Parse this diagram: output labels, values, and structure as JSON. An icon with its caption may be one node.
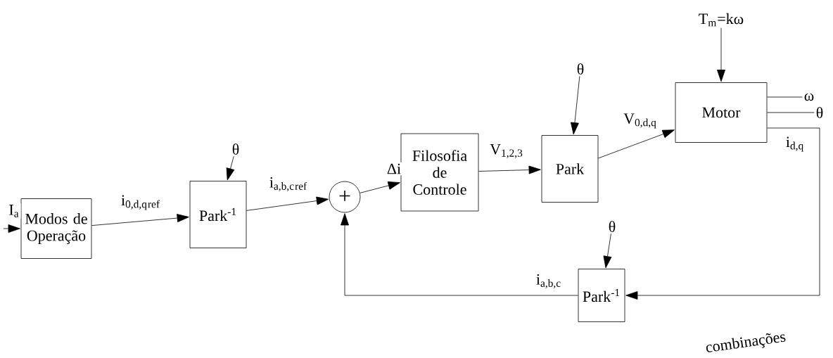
{
  "diagram": {
    "nodes": [
      {
        "text": [
          "Modos de Operação"
        ]
      },
      {
        "text": [
          "Park$^{-1}$"
        ]
      },
      {
        "text": [
          "+"
        ]
      },
      {
        "text": [
          "Filosofia de Controle"
        ]
      },
      {
        "text": [
          "Park"
        ]
      },
      {
        "text": [
          "Motor"
        ]
      },
      {
        "text": [
          "Park$^{-1}$"
        ]
      },
      {
        "text": [
          "θ"
        ]
      },
      {
        "text": [
          "θ"
        ]
      },
      {
        "text": [
          "T$_{m}$=kω"
        ]
      },
      {
        "text": [
          "θ"
        ]
      },
      {
        "text": [
          "ω"
        ]
      },
      {
        "text": [
          "θ"
        ]
      }
    ],
    "edges": [
      {
        "from": null,
        "to": 0,
        "arrow": "to",
        "label": "I$_{a}$"
      },
      {
        "from": 0,
        "to": 1,
        "arrow": "to",
        "label": "i$_{0,d,q}$$_{ref}$"
      },
      {
        "from": 1,
        "to": 2,
        "arrow": "to",
        "label": "i$_{a,b,c}$$_{ref}$"
      },
      {
        "from": 2,
        "to": 3,
        "arrow": "to",
        "label": "Δi"
      },
      {
        "from": 3,
        "to": 4,
        "arrow": "to",
        "label": "V$_{1,2,3}$"
      },
      {
        "from": 4,
        "to": 5,
        "arrow": "to",
        "label": "V$_{0,d,q}$"
      },
      {
        "from": 7,
        "to": 1,
        "arrow": "to"
      },
      {
        "from": 8,
        "to": 4,
        "arrow": "to"
      },
      {
        "from": 9,
        "to": 5,
        "arrow": "to"
      },
      {
        "from": 10,
        "to": 6,
        "arrow": "to"
      },
      {
        "from": 5,
        "to": 11,
        "arrow": "none"
      },
      {
        "from": 5,
        "to": 12,
        "arrow": "none"
      },
      {
        "from": 5,
        "to": 6,
        "arrow": "to",
        "label": "i$_{d,q}$"
      },
      {
        "from": 6,
        "to": 2,
        "arrow": "to",
        "label": "i$_{a,b,c}$"
      }
    ],
    "labels": [
      "combinações"
    ]
  }
}
